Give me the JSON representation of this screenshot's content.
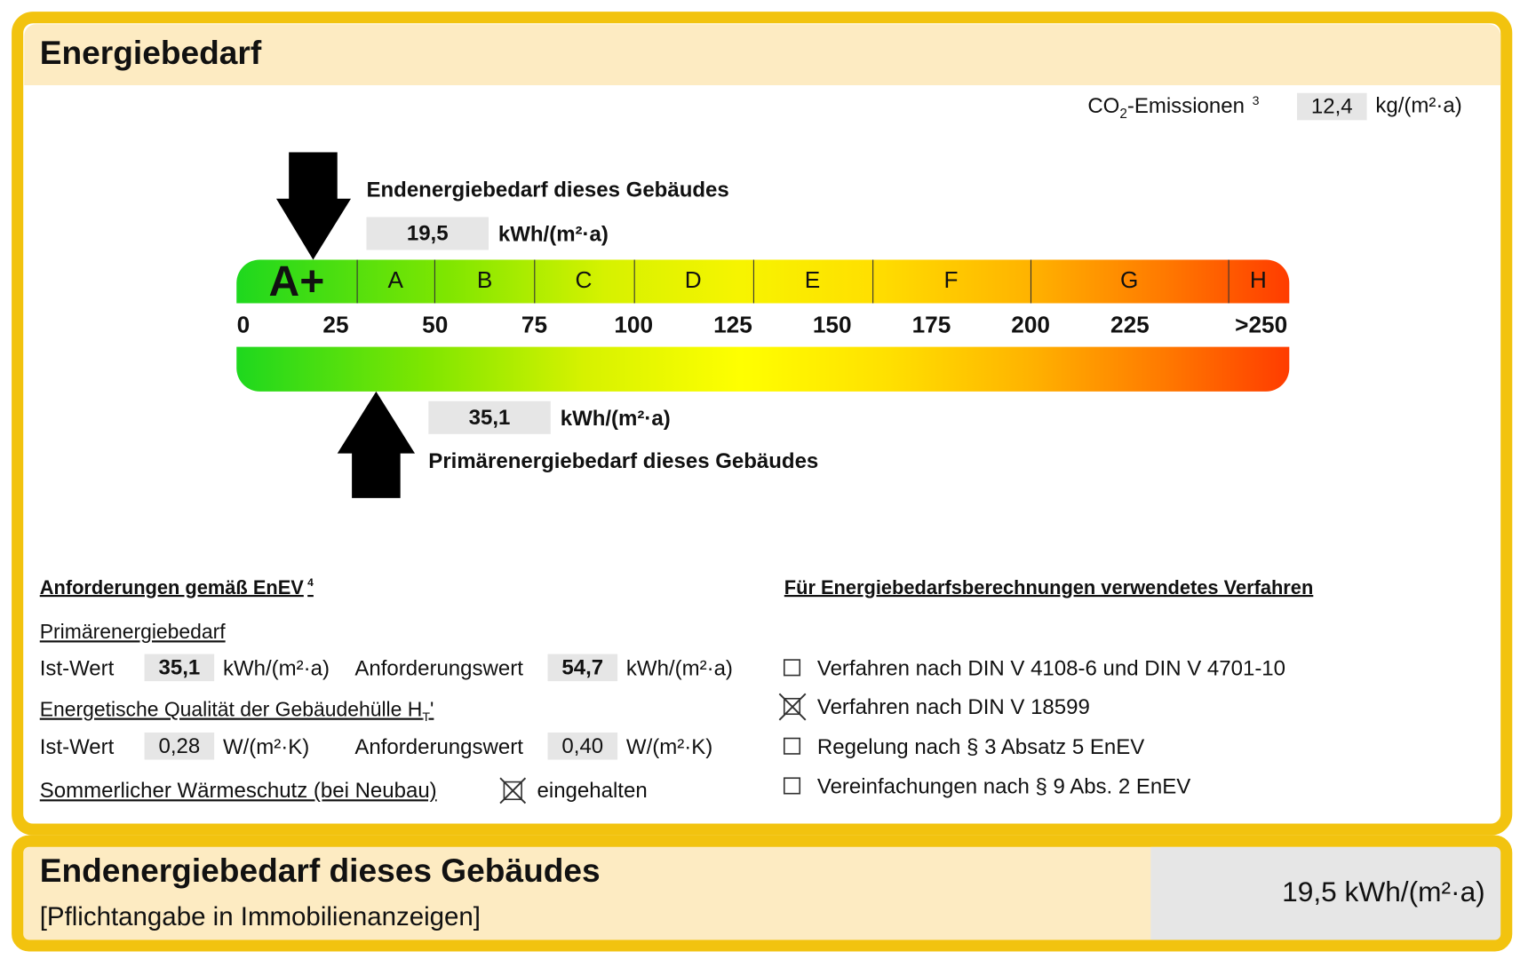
{
  "header": {
    "title": "Energiebedarf"
  },
  "co2": {
    "label": "CO",
    "sub": "2",
    "label_rest": "-Emissionen",
    "footnote": "3",
    "value": "12,4",
    "unit": "kg/(m²·a)"
  },
  "end_energy": {
    "label": "Endenergiebedarf dieses Gebäudes",
    "value": "19,5",
    "unit": "kWh/(m²·a)"
  },
  "primary_energy": {
    "label": "Primärenergiebedarf dieses Gebäudes",
    "value": "35,1",
    "unit": "kWh/(m²·a)"
  },
  "scale": {
    "classes": [
      "A+",
      "A",
      "B",
      "C",
      "D",
      "E",
      "F",
      "G",
      "H"
    ],
    "ticks": [
      "0",
      "25",
      "50",
      "75",
      "100",
      "125",
      "150",
      "175",
      "200",
      "225",
      ">250"
    ],
    "end_marker_value": 19.5,
    "primary_marker_value": 35.1
  },
  "requirements": {
    "heading": "Anforderungen gemäß EnEV",
    "footnote": "4",
    "primary": {
      "heading": "Primärenergiebedarf",
      "ist_label": "Ist-Wert",
      "ist_value": "35,1",
      "ist_unit": "kWh/(m²·a)",
      "req_label": "Anforderungswert",
      "req_value": "54,7",
      "req_unit": "kWh/(m²·a)"
    },
    "envelope": {
      "heading": "Energetische Qualität der Gebäudehülle H",
      "sub": "T",
      "suffix": "'",
      "ist_label": "Ist-Wert",
      "ist_value": "0,28",
      "ist_unit": "W/(m²·K)",
      "req_label": "Anforderungswert",
      "req_value": "0,40",
      "req_unit": "W/(m²·K)"
    },
    "summer": {
      "label": "Sommerlicher Wärmeschutz (bei Neubau)",
      "checked": true,
      "status": "eingehalten"
    }
  },
  "methods": {
    "heading": "Für Energiebedarfsberechnungen verwendetes Verfahren",
    "items": [
      {
        "label": "Verfahren nach DIN V 4108-6 und DIN V 4701-10",
        "checked": false
      },
      {
        "label": "Verfahren nach DIN V 18599",
        "checked": true
      },
      {
        "label": "Regelung nach § 3 Absatz 5 EnEV",
        "checked": false
      },
      {
        "label": "Vereinfachungen nach § 9 Abs. 2 EnEV",
        "checked": false
      }
    ]
  },
  "footer": {
    "title": "Endenergiebedarf dieses Gebäudes",
    "subtitle": "[Pflichtangabe in Immobilienanzeigen]",
    "value": "19,5 kWh/(m²·a)"
  }
}
